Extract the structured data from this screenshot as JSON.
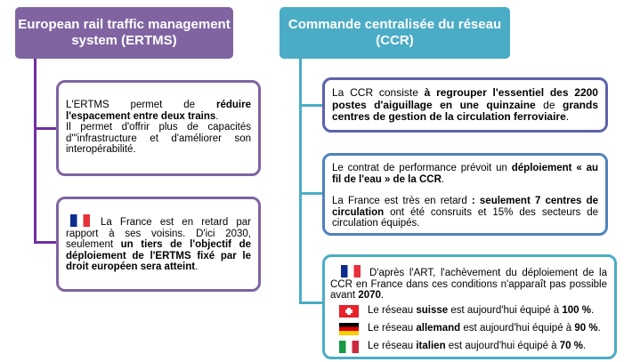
{
  "left": {
    "title": "European rail traffic management system (ERTMS)",
    "box1": {
      "t1": "L'ERTMS permet de ",
      "b1": "réduire l'espacement entre deux trains",
      "t2": ".",
      "t3": "Il permet d'offrir plus de capacités d'\"infrastructure et d'améliorer son interopérabilité."
    },
    "box2": {
      "t1": "La France est en retard par rapport à ses voisins. D'ici 2030, seulement ",
      "b1": "un tiers de l'objectif de déploiement de l'ERTMS fixé par le droit européen sera atteint",
      "t2": "."
    }
  },
  "right": {
    "title": "Commande centralisée du réseau (CCR)",
    "boxA": {
      "t1": "La CCR consiste ",
      "b1": "à regrouper l'essentiel des 2200 postes d'aiguillage en une quinzaine",
      "t2": " de ",
      "b2": "grands centres de gestion de la circulation ferroviaire",
      "t3": "."
    },
    "boxB": {
      "t1": "Le contrat de performance prévoit un ",
      "b1": "déploiement « au fil de l'eau » de la CCR",
      "t2": ".",
      "t3": "La France est très en retard ",
      "b2": ": seulement 7 centres de circulation",
      "t4": " ont été consruits et 15% des secteurs de circulation équipés."
    },
    "boxC": {
      "t1": "D'après l'ART, l'achèvement du déploiement de la CCR en France dans ces conditions n'apparaît pas possible avant ",
      "b1": "2070",
      "t2": ".",
      "rows": [
        {
          "flag": "switzerland-flag",
          "pre": "Le réseau ",
          "country": "suisse",
          "mid": " est aujourd'hui équipé à ",
          "pct": "100 %",
          "end": "."
        },
        {
          "flag": "germany-flag",
          "pre": "Le réseau ",
          "country": "allemand",
          "mid": " est aujourd'hui équipé à ",
          "pct": "90 %",
          "end": "."
        },
        {
          "flag": "italy-flag",
          "pre": "Le réseau ",
          "country": "italien",
          "mid": " est aujourd'hui équipé à ",
          "pct": "70 %",
          "end": "."
        }
      ]
    }
  },
  "colors": {
    "ertms": "#8064a2",
    "ccr": "#4bacc6",
    "ertms_line": "#7030a0"
  }
}
